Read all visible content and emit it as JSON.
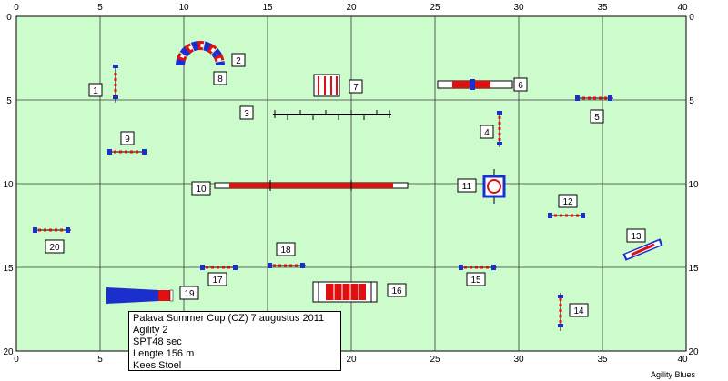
{
  "course": {
    "grid": {
      "x_max": 40,
      "y_max": 20,
      "major_every": 5
    },
    "x_tick_labels": [
      "0",
      "5",
      "10",
      "15",
      "20",
      "25",
      "30",
      "35",
      "40"
    ],
    "y_tick_labels": [
      "0",
      "5",
      "10",
      "15",
      "20"
    ],
    "colors": {
      "field": "#ccfbcc",
      "grid": "#3a3a3a",
      "blue": "#1a2fcc",
      "red": "#e01010"
    },
    "obstacle_numbers": [
      "1",
      "2",
      "3",
      "4",
      "5",
      "6",
      "7",
      "8",
      "9",
      "10",
      "11",
      "12",
      "13",
      "14",
      "15",
      "16",
      "17",
      "18",
      "19",
      "20"
    ]
  },
  "info": {
    "line1": "Palava Summer Cup (CZ) 7 augustus 2011",
    "line2": "Agility 2",
    "line3": "SPT48 sec",
    "line4": "Lengte 156 m",
    "line5": "Kees Stoel"
  },
  "credit": "Agility Blues"
}
